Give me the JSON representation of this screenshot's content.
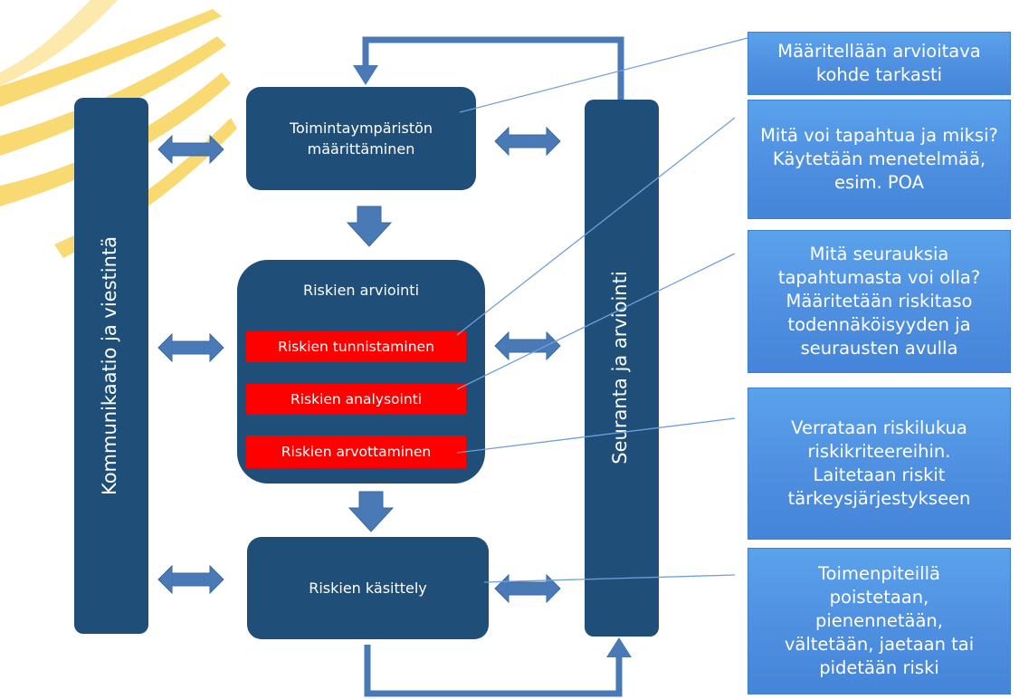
{
  "left_bar": {
    "label": "Kommunikaatio ja viestintä"
  },
  "right_bar": {
    "label": "Seuranta ja arviointi"
  },
  "boxes": {
    "context": "Toimintaympäristön\nmäärittäminen",
    "assessment_title": "Riskien arviointi",
    "treatment": "Riskien käsittely"
  },
  "steps": [
    "Riskien tunnistaminen",
    "Riskien analysointi",
    "Riskien arvottaminen"
  ],
  "callouts": [
    "Määritellään arvioitava kohde tarkasti",
    "Mitä voi tapahtua ja miksi? Käytetään menetelmää, esim. POA",
    "Mitä seurauksia tapahtumasta voi olla? Määritetään riskitaso todennäköisyyden ja seurausten avulla",
    "Verrataan riskilukua riskikriteereihin. Laitetaan riskit tärkeysjärjestykseen",
    "Toimenpiteillä poistetaan, pienennetään, vältetään, jaetaan tai pidetään riski"
  ],
  "colors": {
    "navy": "#1f4e79",
    "arrow": "#4a7ab5",
    "red": "#ff0000",
    "callout": "#4f8fe0",
    "swoosh": "#f8d35a"
  }
}
